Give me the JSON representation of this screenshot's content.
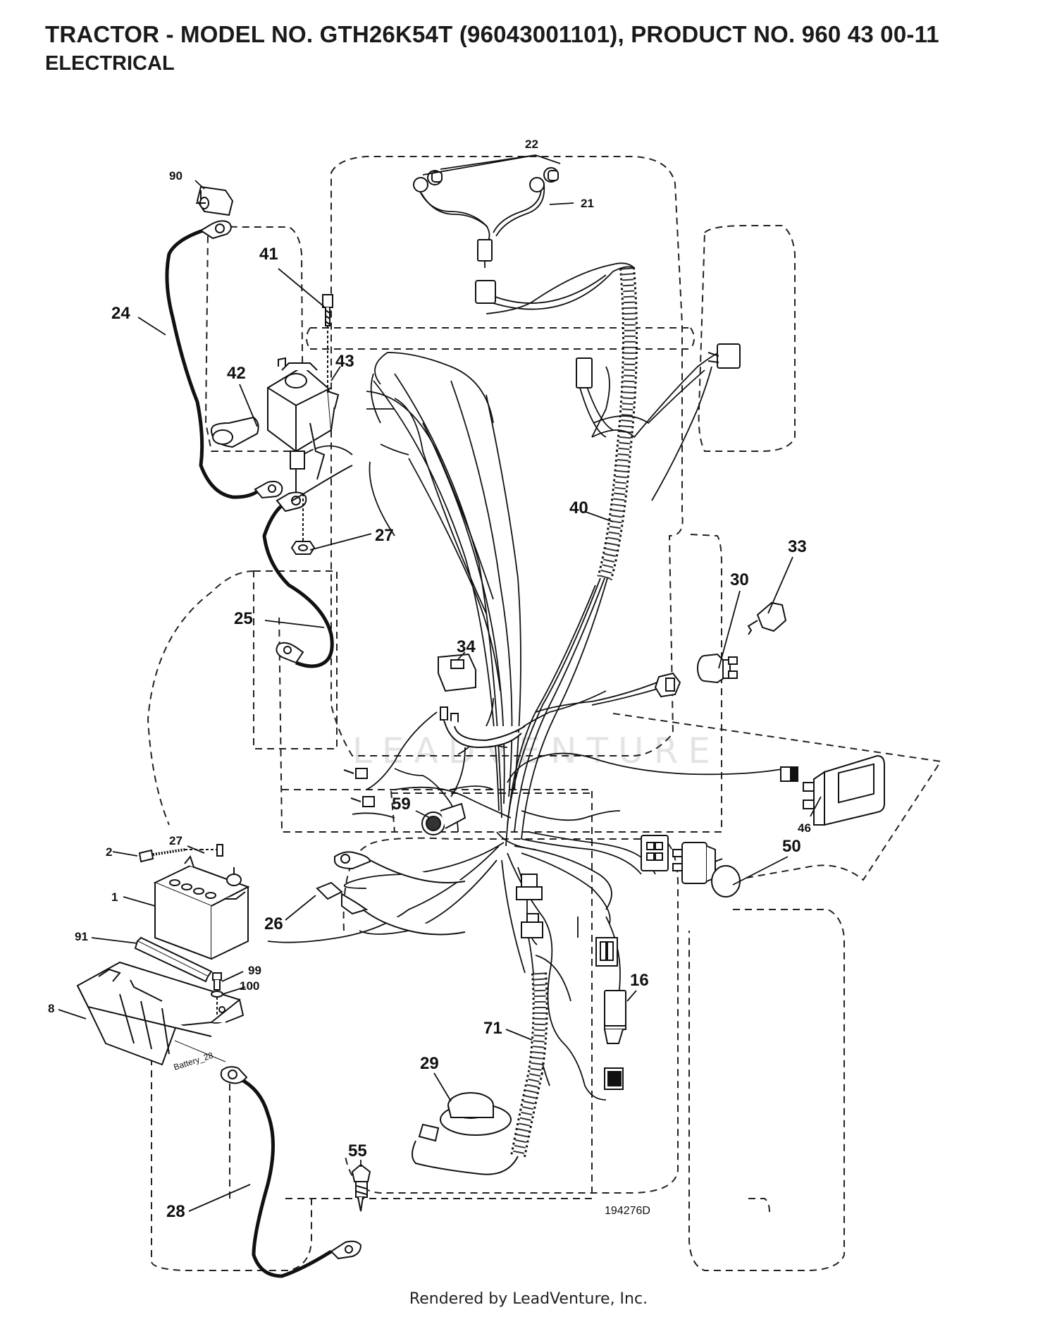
{
  "header": {
    "title": "TRACTOR - MODEL NO. GTH26K54T (96043001101), PRODUCT NO. 960 43 00-11",
    "subtitle": "ELECTRICAL"
  },
  "diagram": {
    "drawing_number": "194276D",
    "battery_label": "Battery_28",
    "watermark": "LEADVENTURE",
    "callouts": [
      "90",
      "24",
      "41",
      "42",
      "43",
      "22",
      "21",
      "40",
      "27",
      "25",
      "34",
      "33",
      "30",
      "59",
      "46",
      "2",
      "27",
      "1",
      "91",
      "99",
      "100",
      "8",
      "26",
      "50",
      "16",
      "71",
      "29",
      "55",
      "28"
    ]
  },
  "footer": {
    "rendered_by": "Rendered by LeadVenture, Inc."
  },
  "colors": {
    "line": "#111111",
    "dashed_outline": "#222222",
    "watermark": "#e4e4e4"
  }
}
